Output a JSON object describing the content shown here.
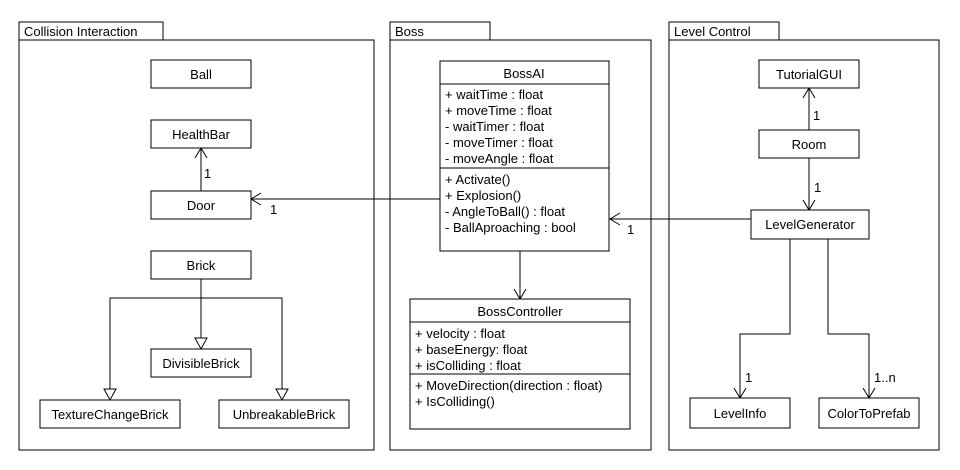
{
  "packages": {
    "collision": {
      "label": "Collision Interaction"
    },
    "boss": {
      "label": "Boss"
    },
    "level": {
      "label": "Level Control"
    }
  },
  "classes": {
    "ball": {
      "name": "Ball"
    },
    "healthbar": {
      "name": "HealthBar"
    },
    "door": {
      "name": "Door"
    },
    "brick": {
      "name": "Brick"
    },
    "divisiblebrick": {
      "name": "DivisibleBrick"
    },
    "texturechangebrick": {
      "name": "TextureChangeBrick"
    },
    "unbreakablebrick": {
      "name": "UnbreakableBrick"
    },
    "bossai": {
      "name": "BossAI",
      "attributes": [
        "+ waitTime : float",
        "+ moveTime : float",
        "- waitTimer : float",
        "- moveTimer : float",
        "- moveAngle : float"
      ],
      "operations": [
        "+ Activate()",
        "+ Explosion()",
        "- AngleToBall() : float",
        "- BallAproaching : bool"
      ]
    },
    "bosscontroller": {
      "name": "BossController",
      "attributes": [
        "+ velocity : float",
        "+ baseEnergy: float",
        "+ isColliding : float"
      ],
      "operations": [
        "+ MoveDirection(direction : float)",
        "+ IsColliding()"
      ]
    },
    "tutorialgui": {
      "name": "TutorialGUI"
    },
    "room": {
      "name": "Room"
    },
    "levelgenerator": {
      "name": "LevelGenerator"
    },
    "levelinfo": {
      "name": "LevelInfo"
    },
    "colortoprefab": {
      "name": "ColorToPrefab"
    }
  },
  "multiplicities": {
    "door_healthbar": "1",
    "bossai_door": "1",
    "levelgen_bossai": "1",
    "room_tutorial": "1",
    "room_levelgen": "1",
    "levelgen_levelinfo": "1",
    "levelgen_colortoprefab": "1..n"
  }
}
